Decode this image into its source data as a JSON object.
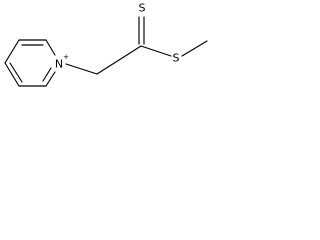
{
  "structure": {
    "atoms": [
      {
        "id": "n1",
        "symbol": "N",
        "charge": "+"
      },
      {
        "id": "s_thione",
        "symbol": "S"
      },
      {
        "id": "s_thioether",
        "symbol": "S"
      }
    ]
  },
  "colors": {
    "bond": "#000000",
    "label": "#000000",
    "background": "#ffffff"
  }
}
